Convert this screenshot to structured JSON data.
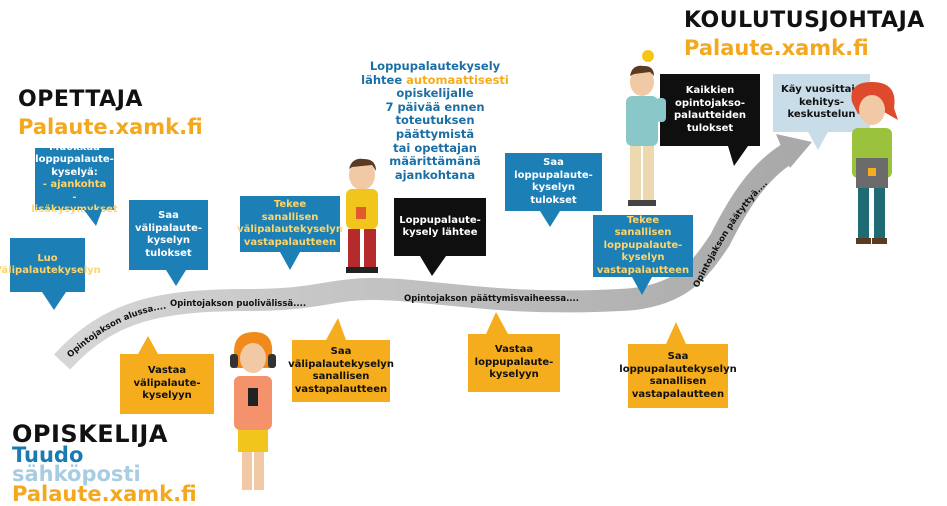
{
  "teacher": {
    "title": "OPETTAJA",
    "url": "Palaute.xamk.fi"
  },
  "director": {
    "title": "KOULUTUSJOHTAJA",
    "url": "Palaute.xamk.fi"
  },
  "student": {
    "title": "OPISKELIJA",
    "channel1": "Tuudo",
    "channel2": "sähköposti",
    "channel3": "Palaute.xamk.fi"
  },
  "center_note": {
    "line1": "Loppupalautekysely",
    "line2a": "lähtee ",
    "line2b": "automaattisesti",
    "rest": [
      "opiskelijalle",
      "7 päivää ennen",
      "toteutuksen",
      "päättymistä",
      "tai opettajan",
      "määrittämänä",
      "ajankohtana"
    ]
  },
  "bubbles": {
    "muokkaa": {
      "line1": "Muokkaa",
      "line2": "loppupalaute-",
      "line3": "kyselyä:",
      "line4": "- ajankohta",
      "line5": "- lisäkysymykset"
    },
    "luo": {
      "line1": "Luo",
      "line2": "Välipalautekyselyn"
    },
    "saa_vali": {
      "line1": "Saa",
      "line2": "välipalaute-",
      "line3": "kyselyn",
      "line4": "tulokset"
    },
    "tekee_vali": {
      "line1": "Tekee",
      "line2": "sanallisen",
      "line3": "välipalautekyselyn",
      "line4": "vastapalautteen"
    },
    "loppu_lahtee": {
      "line1": "Loppupalaute-",
      "line2": "kysely lähtee"
    },
    "saa_loppu": {
      "line1": "Saa",
      "line2": "loppupalaute-",
      "line3": "kyselyn",
      "line4": "tulokset"
    },
    "tekee_loppu": {
      "line1": "Tekee sanallisen",
      "line2": "loppupalaute-",
      "line3": "kyselyn",
      "line4": "vastapalautteen"
    },
    "kaikkien": {
      "line1": "Kaikkien",
      "line2": "opintojakso-",
      "line3": "palautteiden",
      "line4": "tulokset"
    },
    "kay": {
      "line1": "Käy vuosittain",
      "line2": "kehitys-",
      "line3": "keskustelun"
    },
    "vastaa_vali": {
      "line1": "Vastaa",
      "line2": "välipalaute-",
      "line3": "kyselyyn"
    },
    "saa_vali_sanallisen": {
      "line1": "Saa",
      "line2": "välipalautekyselyn",
      "line3": "sanallisen",
      "line4": "vastapalautteen"
    },
    "vastaa_loppu": {
      "line1": "Vastaa",
      "line2": "loppupalaute-",
      "line3": "kyselyyn"
    },
    "saa_loppu_sanallisen": {
      "line1": "Saa",
      "line2": "loppupalautekyselyn",
      "line3": "sanallisen",
      "line4": "vastapalautteen"
    }
  },
  "timeline": {
    "start": "Opintojakson alussa....",
    "middle": "Opintojakson puolivälissä....",
    "end_phase": "Opintojakson päättymisvaiheessa....",
    "ended": "Opintojakson päätyttyä...."
  },
  "colors": {
    "blue": "#1c7fb5",
    "yellow": "#f5ad1e",
    "black": "#0f0f0f",
    "light": "#c9dde9",
    "path": "#c8c8c8"
  }
}
